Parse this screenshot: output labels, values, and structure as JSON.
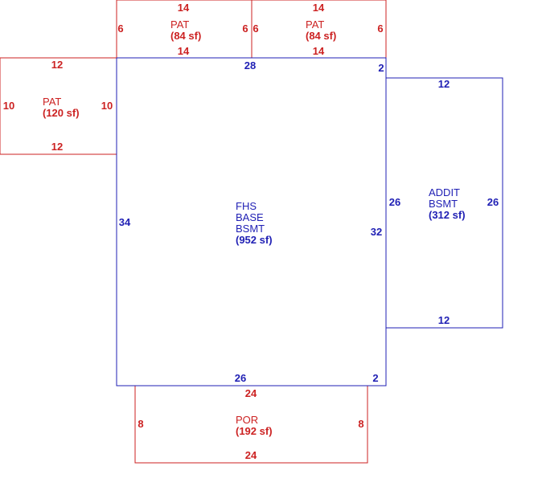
{
  "colors": {
    "red": "#cc2222",
    "blue": "#1f1fb4",
    "background": "#ffffff"
  },
  "pat_top_left": {
    "name": "PAT",
    "area": "(84 sf)",
    "top": "14",
    "bottom": "14",
    "left": "6",
    "right": "6"
  },
  "pat_top_right": {
    "name": "PAT",
    "area": "(84 sf)",
    "top": "14",
    "bottom": "14",
    "left": "6",
    "right": "6"
  },
  "pat_left": {
    "name": "PAT",
    "area": "(120 sf)",
    "top": "12",
    "bottom": "12",
    "left": "10",
    "right": "10"
  },
  "base": {
    "line1": "FHS",
    "line2": "BASE",
    "line3": "BSMT",
    "area": "(952 sf)",
    "top": "28",
    "top_right": "2",
    "left": "34",
    "right": "32",
    "bottom": "26",
    "bottom_right": "2"
  },
  "addit": {
    "line1": "ADDIT",
    "line2": "BSMT",
    "area": "(312 sf)",
    "top": "12",
    "bottom": "12",
    "left": "26",
    "right": "26"
  },
  "por": {
    "name": "POR",
    "area": "(192 sf)",
    "top": "24",
    "bottom": "24",
    "left": "8",
    "right": "8"
  }
}
